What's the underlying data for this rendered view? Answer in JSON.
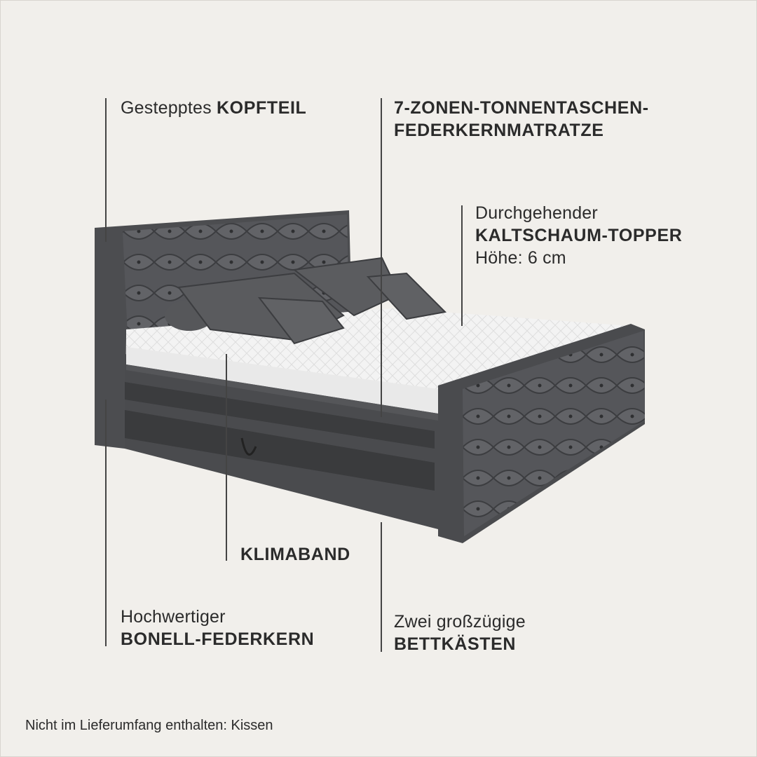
{
  "labels": {
    "kopfteil": {
      "normal": "Gestepptes ",
      "bold": "KOPFTEIL"
    },
    "matratze": {
      "line1": "7-ZONEN-TONNENTASCHEN-",
      "line2": "FEDERKERNMATRATZE"
    },
    "topper": {
      "line1": "Durchgehender",
      "line2": "KALTSCHAUM-TOPPER",
      "line3": "Höhe: 6 cm"
    },
    "klimaband": {
      "bold": "KLIMABAND"
    },
    "federkern": {
      "line1": "Hochwertiger",
      "line2": "BONELL-FEDERKERN"
    },
    "bettkaesten": {
      "line1": "Zwei großzügige",
      "line2": "BETTKÄSTEN"
    }
  },
  "footnote": "Nicht im Lieferumfang enthalten: Kissen",
  "colors": {
    "background": "#f1efeb",
    "fabric_dark": "#4a4b4e",
    "fabric_mid": "#5d5e61",
    "mattress": "#f4f4f4",
    "line": "#444444"
  }
}
